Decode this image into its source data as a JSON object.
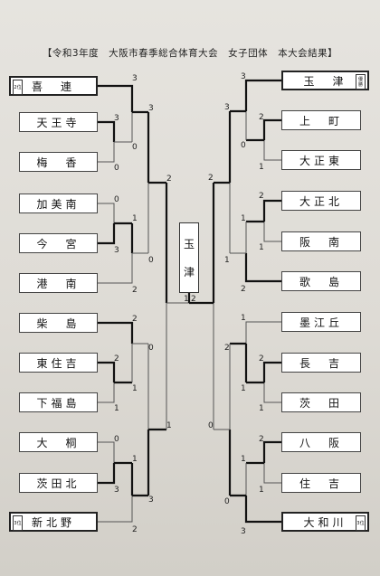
{
  "title": "【令和3年度　大阪市春季総合体育大会　女子団体　本大会結果】",
  "champion": [
    "玉",
    "津"
  ],
  "teams_left": [
    "喜　連",
    "天王寺",
    "梅　香",
    "加美南",
    "今　宮",
    "港　南",
    "柴　島",
    "東住吉",
    "下福島",
    "大　桐",
    "茨田北",
    "新北野"
  ],
  "teams_right": [
    "玉　津",
    "上　町",
    "大正東",
    "大正北",
    "阪　南",
    "歌　島",
    "墨江丘",
    "長　吉",
    "茨　田",
    "八　阪",
    "住　吉",
    "大和川"
  ],
  "badges": {
    "left_top": "2位",
    "right_top": "優勝",
    "left_bottom": "3位",
    "right_bottom": "3位"
  },
  "scores_left": {
    "kireh": "3",
    "tennoji": "3",
    "umeka": "0",
    "tu_um_res": "0",
    "r2_kireh": "3",
    "kamin": "0",
    "imamiya": "3",
    "km_res": "1",
    "r2_imamiya": "0",
    "konan": "2",
    "qf_kireh": "2",
    "shibashima": "2",
    "higashisumiyoshi": "2",
    "shimofukushima": "1",
    "hs_res": "1",
    "r2_shibashima": "0",
    "daido": "0",
    "matakita": "3",
    "dm_res": "1",
    "r2_matakita": "3",
    "shinkitano": "2",
    "qf_shinkitano": "1"
  },
  "scores_right": {
    "tamatsu": "3",
    "uemachi": "2",
    "taishohigashi": "1",
    "uh_res": "0",
    "r2_tamatsu": "3",
    "taishokita": "2",
    "hannan": "1",
    "kh_res": "1",
    "r2_taishokita": "1",
    "utajima": "2",
    "qf_tamatsu": "2",
    "bokkooka": "1",
    "nagayoshi": "2",
    "ibaraki": "1",
    "ni_res": "1",
    "r2_bokkooka": "2",
    "yasaka": "2",
    "sumiyoshi": "1",
    "ys_res": "1",
    "r2_yasaka": "0",
    "yamatogawa": "3",
    "qf_yamatogawa": "0"
  },
  "final_scores": {
    "left": "1",
    "right": "2"
  }
}
